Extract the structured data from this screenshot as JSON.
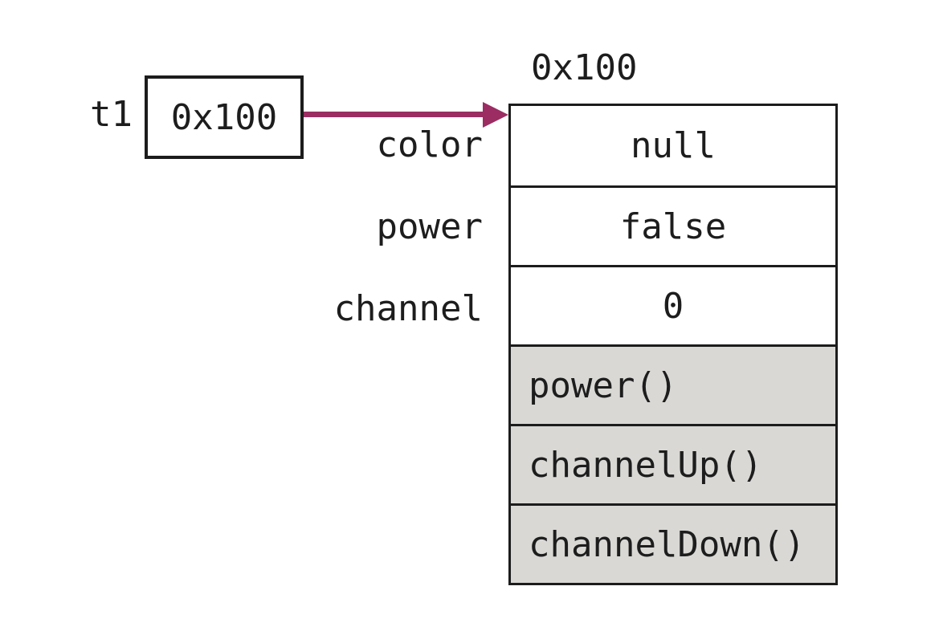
{
  "diagram": {
    "background_color": "#ffffff",
    "border_color": "#1c1c1c",
    "arrow_color": "#9b2d63",
    "method_row_color": "#d9d8d5",
    "variable": {
      "name": "t1",
      "value": "0x100"
    },
    "object": {
      "address_label": "0x100",
      "fields": [
        {
          "name": "color",
          "value": "null"
        },
        {
          "name": "power",
          "value": "false"
        },
        {
          "name": "channel",
          "value": "0"
        }
      ],
      "methods": [
        {
          "label": "power()"
        },
        {
          "label": "channelUp()"
        },
        {
          "label": "channelDown()"
        }
      ]
    }
  }
}
